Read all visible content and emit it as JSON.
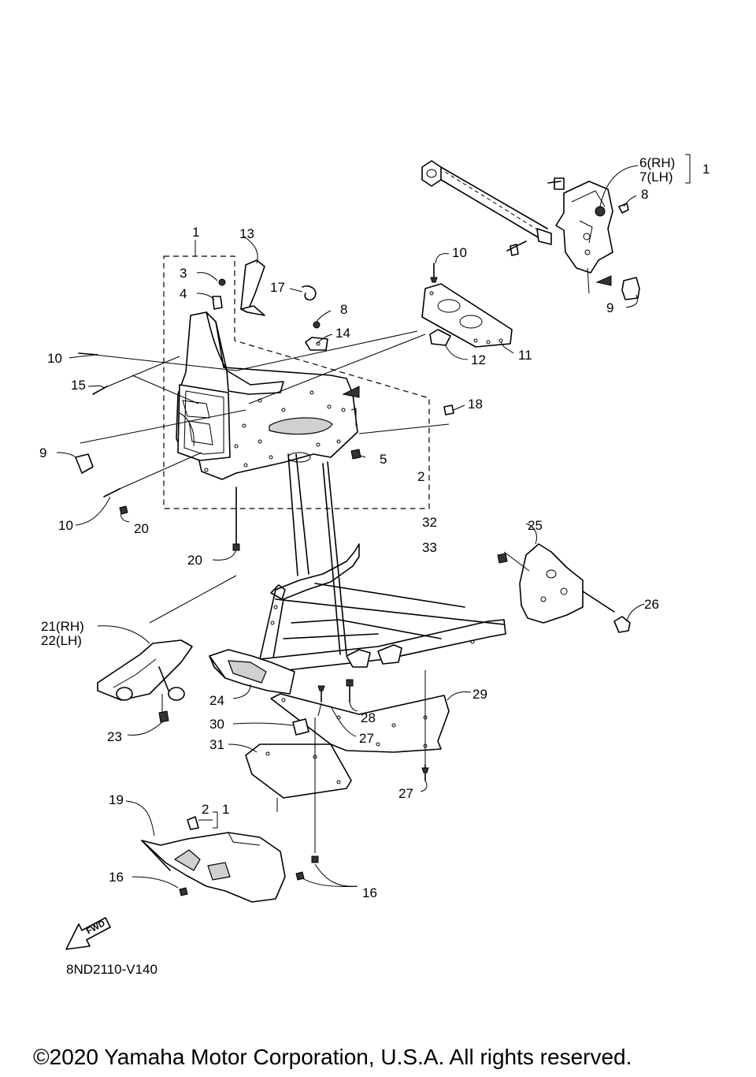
{
  "diagram": {
    "callouts": {
      "c1_top": "1",
      "c13": "13",
      "c3": "3",
      "c4": "4",
      "c17": "17",
      "c8_mid": "8",
      "c14": "14",
      "c10_left": "10",
      "c15": "15",
      "c9_left": "9",
      "c10_lower": "10",
      "c20_a": "20",
      "c20_b": "20",
      "c5": "5",
      "c18": "18",
      "c2": "2",
      "c32": "32",
      "c33": "33",
      "c10_right": "10",
      "c11": "11",
      "c12": "12",
      "c6": "6(RH)",
      "c7": "7(LH)",
      "c1_right": "1",
      "c8_right": "8",
      "c9_right": "9",
      "c25": "25",
      "c26": "26",
      "c21": "21(RH)",
      "c22": "22(LH)",
      "c23": "23",
      "c24": "24",
      "c28": "28",
      "c27_a": "27",
      "c29": "29",
      "c30": "30",
      "c31": "31",
      "c27_b": "27",
      "c19": "19",
      "c2_low": "2",
      "c1_low": "1",
      "c16_left": "16",
      "c16_right": "16"
    },
    "fwd_label": "FWD",
    "diagram_code": "8ND2110-V140",
    "copyright": "©2020 Yamaha Motor Corporation, U.S.A. All rights reserved."
  }
}
